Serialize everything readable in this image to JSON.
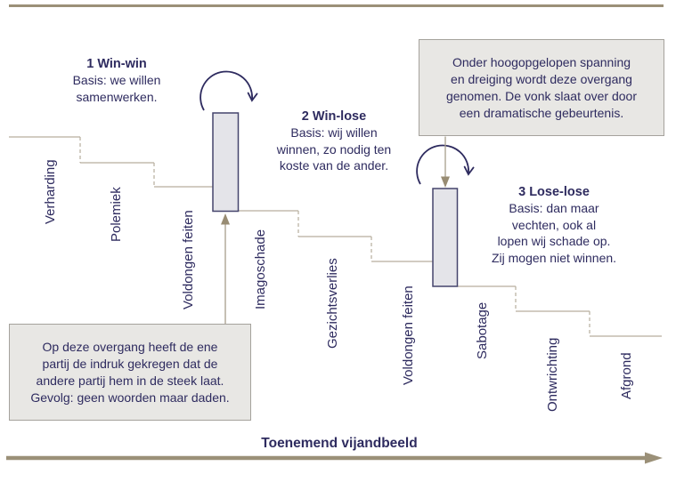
{
  "diagram": {
    "axis_label": "Toenemend vijandbeeld",
    "phases": [
      {
        "heading": "1 Win-win",
        "body": "Basis: we willen\nsamenwerken."
      },
      {
        "heading": "2 Win-lose",
        "body": "Basis: wij willen\nwinnen, zo nodig ten\nkoste van de ander."
      },
      {
        "heading": "3 Lose-lose",
        "body": "Basis: dan maar\nvechten, ook al\nlopen wij schade op.\nZij mogen niet winnen."
      }
    ],
    "steps": [
      "Verharding",
      "Polemiek",
      "Voldongen feiten",
      "Imagoschade",
      "Gezichtsverlies",
      "Voldongen feiten",
      "Sabotage",
      "Ontwrichting",
      "Afgrond"
    ],
    "callouts": [
      {
        "text": "Op deze overgang heeft de ene\npartij de indruk gekregen dat de\nandere partij hem in de steek laat.\nGevolg: geen woorden maar daden."
      },
      {
        "text": "Onder hoogopgelopen spanning\nen dreiging wordt deze overgang\ngenomen. De vonk slaat over door\neen dramatische gebeurtenis."
      }
    ],
    "icons": [
      "rotation-arrow-icon",
      "up-arrow-icon",
      "down-arrow-icon",
      "axis-arrow-icon"
    ]
  },
  "colors": {
    "navy": "#2e2b5f",
    "tan_rule": "#9b9078",
    "step_line": "#b6ae9d",
    "connector": "#a89e8c",
    "arrowhead": "#988c73",
    "callout_fill": "#e8e7e4",
    "callout_border": "#a5a29c",
    "block_fill": "#e4e4e9",
    "block_border": "#45446c"
  }
}
